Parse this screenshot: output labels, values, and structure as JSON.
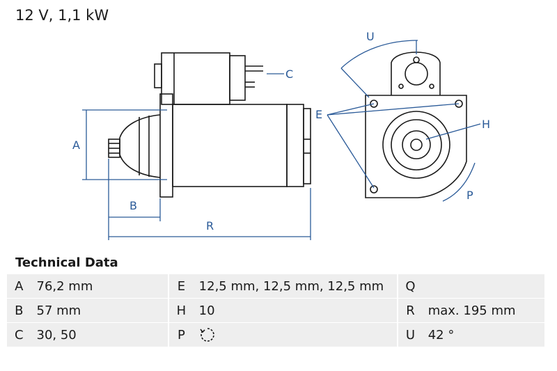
{
  "header": {
    "title": "12 V, 1,1 kW"
  },
  "drawing": {
    "labels": {
      "A": "A",
      "B": "B",
      "C": "C",
      "E": "E",
      "H": "H",
      "P": "P",
      "R": "R",
      "U": "U"
    },
    "line_color": "#2a5a98",
    "outline_color": "#1a1a1a"
  },
  "technical": {
    "title": "Technical Data",
    "rows": [
      [
        {
          "key": "A",
          "value": "76,2 mm"
        },
        {
          "key": "E",
          "value": "12,5 mm, 12,5 mm, 12,5 mm"
        },
        {
          "key": "Q",
          "value": ""
        }
      ],
      [
        {
          "key": "B",
          "value": "57 mm"
        },
        {
          "key": "H",
          "value": "10"
        },
        {
          "key": "R",
          "value": "max. 195 mm"
        }
      ],
      [
        {
          "key": "C",
          "value": "30, 50"
        },
        {
          "key": "P",
          "value": "",
          "icon": "rotation-clockwise-icon"
        },
        {
          "key": "U",
          "value": "42 °"
        }
      ]
    ]
  }
}
